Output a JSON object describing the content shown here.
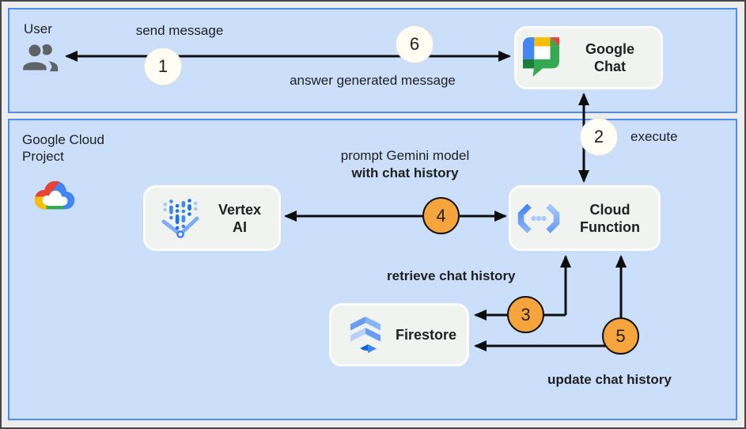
{
  "lanes": {
    "user": {
      "label": "User"
    },
    "gcp": {
      "label_line1": "Google Cloud",
      "label_line2": "Project"
    }
  },
  "nodes": {
    "google_chat": {
      "label": "Google Chat"
    },
    "vertex_ai": {
      "label": "Vertex AI"
    },
    "cloud_function": {
      "label": "Cloud Function"
    },
    "firestore": {
      "label": "Firestore"
    }
  },
  "steps": [
    {
      "num": "1",
      "label": "send message",
      "badge": "light"
    },
    {
      "num": "2",
      "label": "execute",
      "badge": "light"
    },
    {
      "num": "3",
      "label": "retrieve chat history",
      "badge": "orange"
    },
    {
      "num": "4",
      "label_line1": "prompt Gemini model",
      "label_line2": "with chat history",
      "badge": "orange"
    },
    {
      "num": "5",
      "label": "update chat history",
      "badge": "orange"
    },
    {
      "num": "6",
      "label": "answer generated message",
      "badge": "light"
    }
  ],
  "icons": {
    "user": "user-group-icon",
    "google_chat": "google-chat-icon",
    "google_cloud": "google-cloud-icon",
    "vertex_ai": "vertex-ai-icon",
    "cloud_function": "cloud-function-icon",
    "firestore": "firestore-icon"
  },
  "colors": {
    "canvas_bg": "#ededed",
    "canvas_border": "#474747",
    "lane_fill": "#cbdffb",
    "lane_border": "#4b8bf3",
    "node_fill": "#f1f3f1",
    "node_border": "#fcfdfc",
    "badge_light_fill": "#fffdf4",
    "badge_light_border": "#e2e2da",
    "badge_orange_fill": "#f6a53c",
    "badge_orange_border": "#111111",
    "arrow": "#0d0d0d",
    "text": "#1f1f1f",
    "google_blue": "#4285f4",
    "google_red": "#ea4335",
    "google_yellow": "#fbbc04",
    "google_green": "#34a853"
  }
}
